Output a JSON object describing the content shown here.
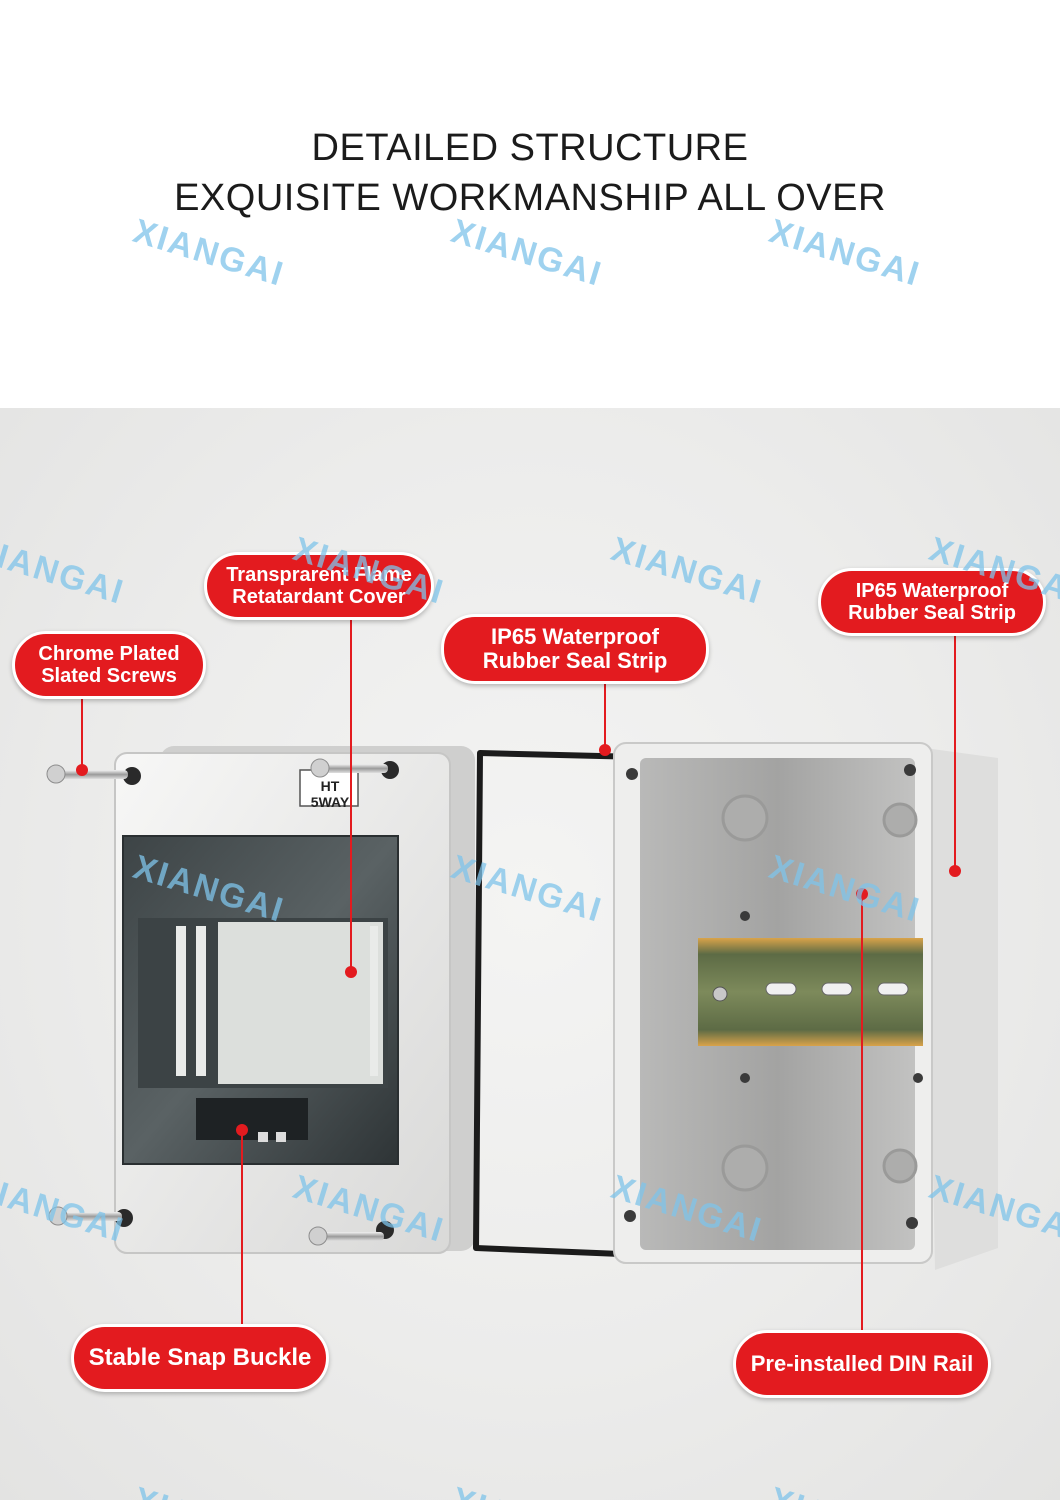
{
  "header": {
    "title_line_1": "DETAILED STRUCTURE",
    "title_line_2": "EXQUISITE WORKMANSHIP ALL OVER"
  },
  "watermark_text": "XIANGAI",
  "product": {
    "cover_label": "HT 5WAY"
  },
  "callouts": {
    "chrome_screws": {
      "line_1": "Chrome Plated",
      "line_2": "Slated Screws"
    },
    "transparent_cover": {
      "line_1": "Transprarent Flame",
      "line_2": "Retatardant Cover"
    },
    "seal_strip_center": {
      "line_1": "IP65 Waterproof",
      "line_2": "Rubber Seal Strip"
    },
    "seal_strip_right": {
      "line_1": "IP65 Waterproof",
      "line_2": "Rubber Seal Strip"
    },
    "snap_buckle": {
      "line_1": "Stable Snap Buckle"
    },
    "din_rail": {
      "line_1": "Pre-installed DIN Rail"
    }
  },
  "colors": {
    "callout_red": "#e31b1f",
    "watermark_blue": "#7fc4ea",
    "title_text": "#1b1b1b"
  }
}
